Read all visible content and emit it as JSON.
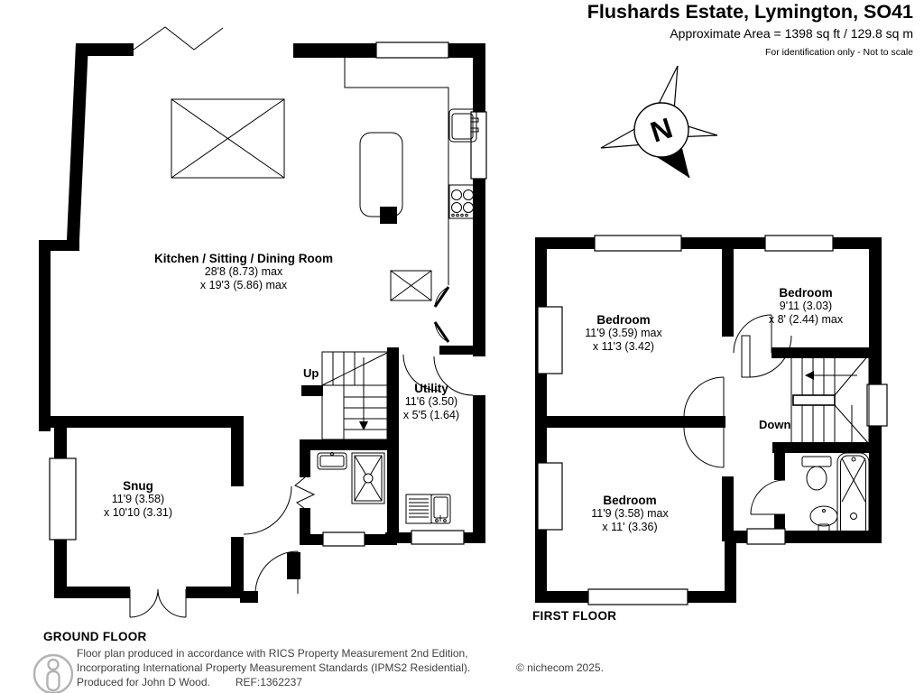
{
  "header": {
    "title": "Flushards Estate, Lymington, SO41",
    "area_line": "Approximate Area = 1398 sq ft / 129.8 sq m",
    "disclaimer": "For identification only - Not to scale"
  },
  "compass": {
    "north_label": "N"
  },
  "ground_floor": {
    "floor_label": "GROUND FLOOR",
    "stairs_label": "Up",
    "rooms": [
      {
        "name": "Kitchen / Sitting / Dining Room",
        "dim1": "28'8 (8.73) max",
        "dim2": "x 19'3 (5.86) max"
      },
      {
        "name": "Snug",
        "dim1": "11'9 (3.58)",
        "dim2": "x 10'10 (3.31)"
      },
      {
        "name": "Utility",
        "dim1": "11'6 (3.50)",
        "dim2": "x 5'5 (1.64)"
      }
    ]
  },
  "first_floor": {
    "floor_label": "FIRST FLOOR",
    "stairs_label": "Down",
    "rooms": [
      {
        "name": "Bedroom",
        "dim1": "11'9 (3.59) max",
        "dim2": "x 11'3 (3.42)"
      },
      {
        "name": "Bedroom",
        "dim1": "9'11 (3.03)",
        "dim2": "x 8' (2.44) max"
      },
      {
        "name": "Bedroom",
        "dim1": "11'9 (3.58) max",
        "dim2": "x 11' (3.36)"
      }
    ]
  },
  "footer": {
    "line1": "Floor plan produced in accordance with RICS Property Measurement 2nd Edition,",
    "line2": "Incorporating International Property Measurement Standards (IPMS2 Residential).",
    "copyright": "© nichecom 2025.",
    "line3a": "Produced for John D Wood.",
    "ref": "REF:1362237"
  },
  "colors": {
    "wall": "#000000",
    "text": "#000000",
    "footer_text": "#404040",
    "icon_gray": "#b3b3b3"
  }
}
